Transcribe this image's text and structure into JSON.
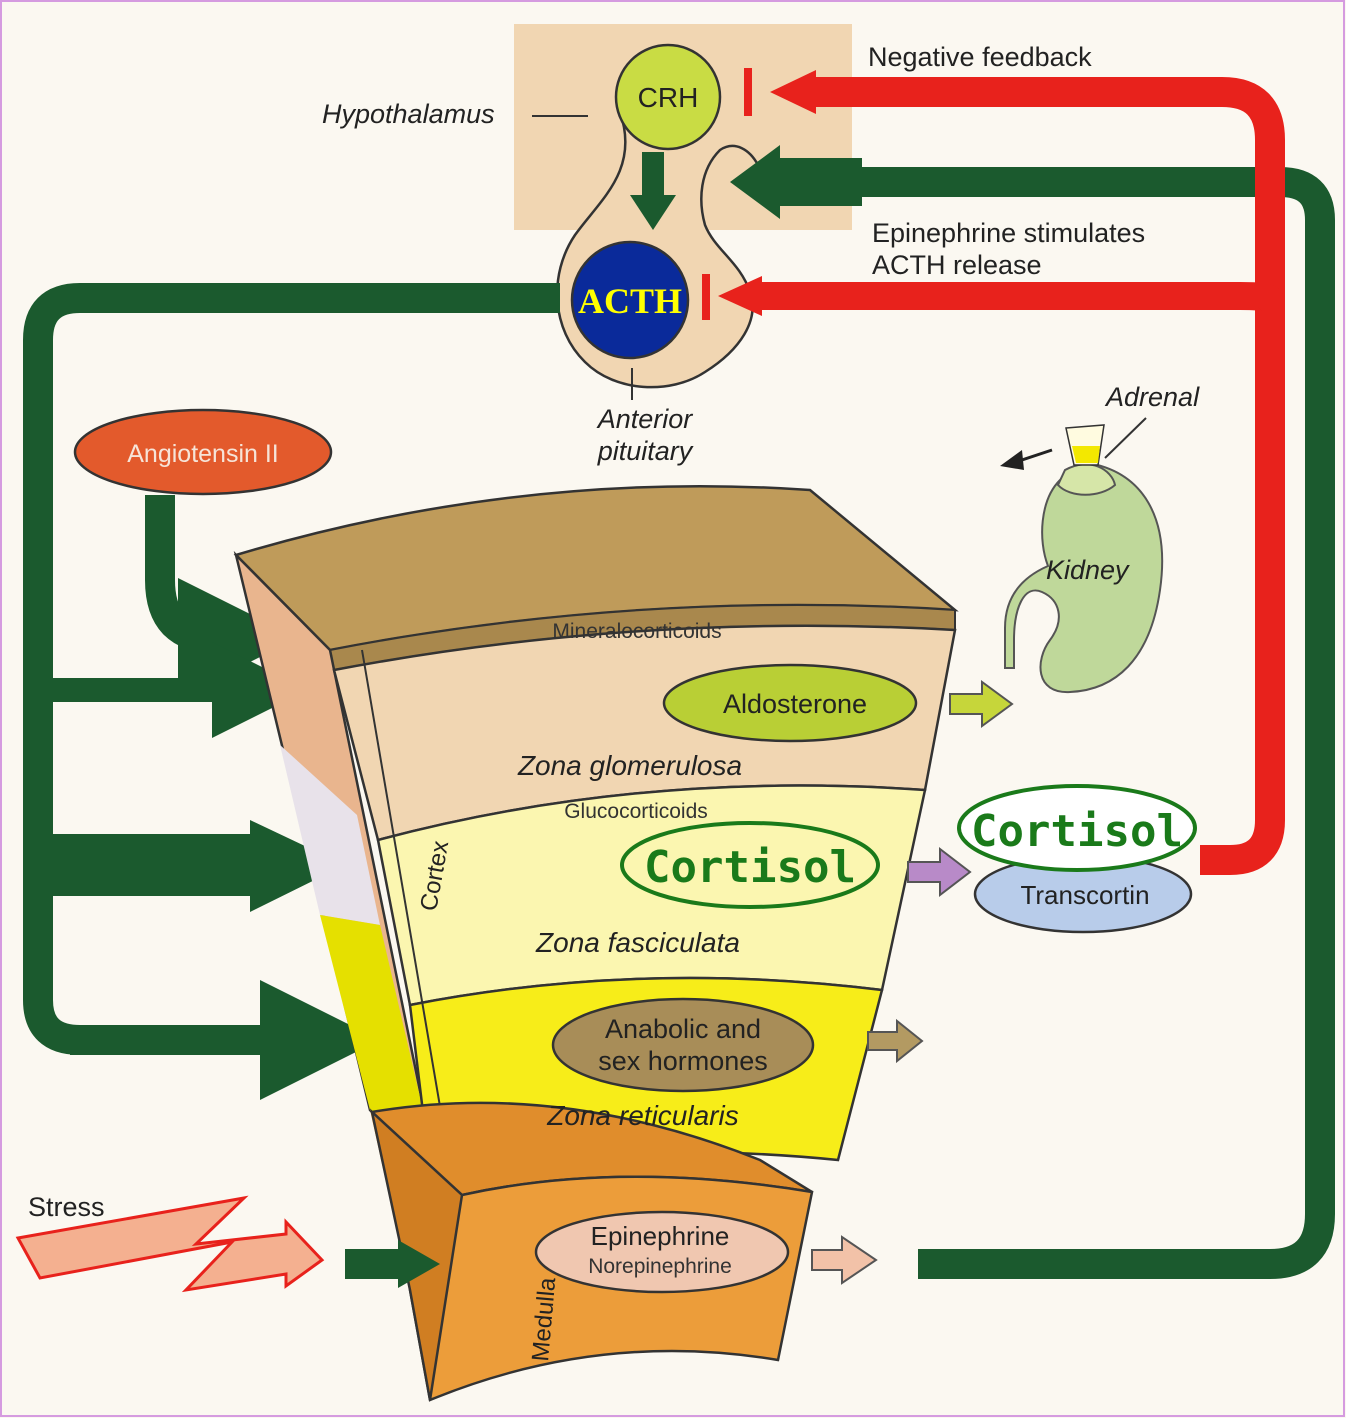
{
  "colors": {
    "frame_border": "#d59be0",
    "stimulation_arrow": "#1b5a2e",
    "negative_feedback_arrow": "#e8221c",
    "cortisol_outline": "#1a7a1a",
    "acth_fill": "#0a2a9a",
    "acth_text": "#ffff00"
  },
  "labels": {
    "negative_feedback": "Negative feedback",
    "hypothalamus": "Hypothalamus",
    "crh": "CRH",
    "epinephrine_stimulates_1": "Epinephrine stimulates",
    "epinephrine_stimulates_2": "ACTH release",
    "acth": "ACTH",
    "anterior_pituitary_1": "Anterior",
    "anterior_pituitary_2": "pituitary",
    "angiotensin": "Angiotensin II",
    "adrenal": "Adrenal",
    "kidney": "Kidney",
    "mineralocorticoids": "Mineralocorticoids",
    "aldosterone": "Aldosterone",
    "zona_glomerulosa": "Zona glomerulosa",
    "glucocorticoids": "Glucocorticoids",
    "cortisol": "Cortisol",
    "cortisol_bound": "Cortisol",
    "transcortin": "Transcortin",
    "cortex": "Cortex",
    "zona_fasciculata": "Zona fasciculata",
    "anabolic_1": "Anabolic and",
    "anabolic_2": "sex hormones",
    "zona_reticularis": "Zona reticularis",
    "stress": "Stress",
    "epinephrine": "Epinephrine",
    "norepinephrine": "Norepinephrine",
    "medulla": "Medulla"
  },
  "icons": [
    "stress-bolt-icon",
    "kidney-icon",
    "adrenal-gland-icon"
  ]
}
